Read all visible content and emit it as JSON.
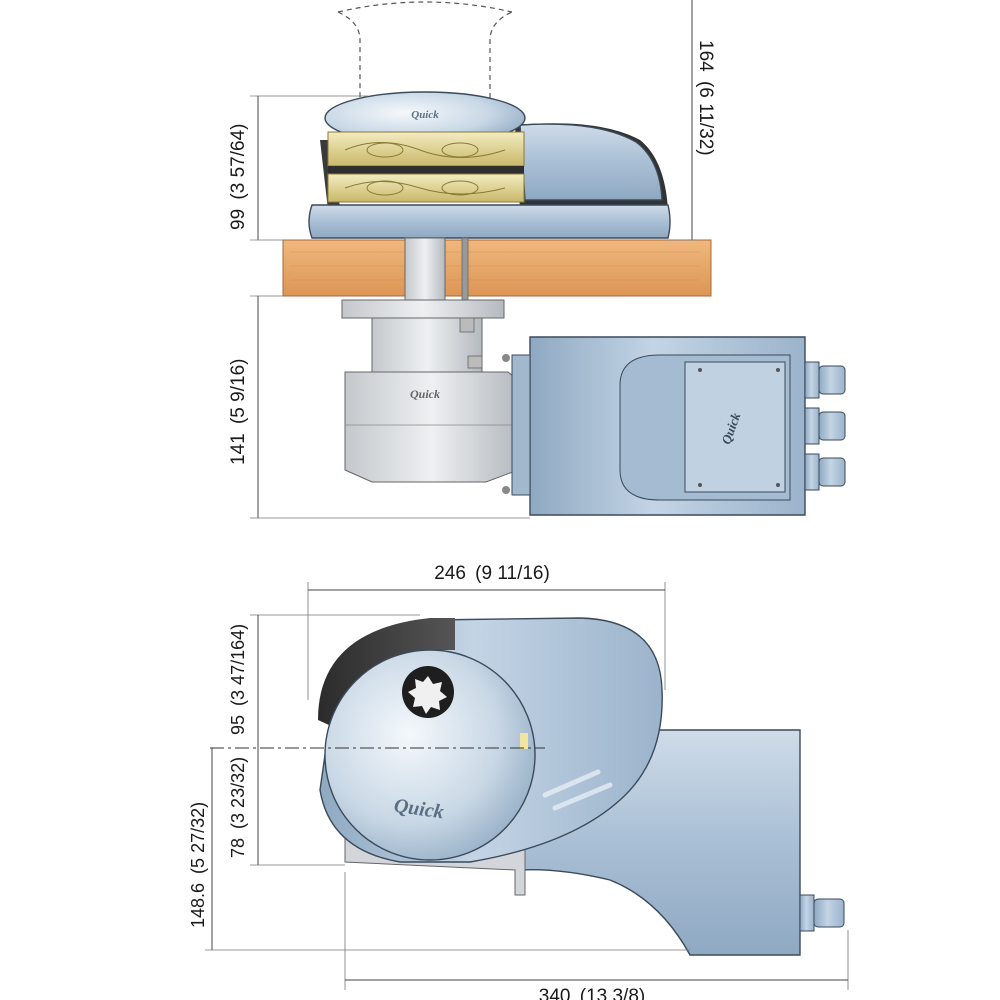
{
  "brand": "Quick",
  "colors": {
    "body_blue": "#b9cde0",
    "body_blue_dark": "#7f9bb6",
    "body_blue_light": "#dbe6f0",
    "gypsy_gold": "#e8dd9e",
    "deck_wood": "#e9a86a",
    "cover_dark": "#3c3c3c",
    "gearbox_grey": "#d7dadd"
  },
  "dimensions": {
    "top_cover_height": {
      "value": "164",
      "fraction": "(6 11/32)"
    },
    "above_deck_height": {
      "value": "99",
      "fraction": "(3 57/64)"
    },
    "below_deck_height": {
      "value": "141",
      "fraction": "(5 9/16)"
    },
    "width_top": {
      "value": "246",
      "fraction": "(9 11/16)"
    },
    "axis_to_top": {
      "value": "95",
      "fraction": "(3 47/164)"
    },
    "axis_to_base": {
      "value": "78",
      "fraction": "(3 23/32)"
    },
    "axis_to_bottom": {
      "value": "148.6",
      "fraction": "(5 27/32)"
    },
    "overall_length": {
      "value": "340",
      "fraction": "(13 3/8)"
    }
  }
}
